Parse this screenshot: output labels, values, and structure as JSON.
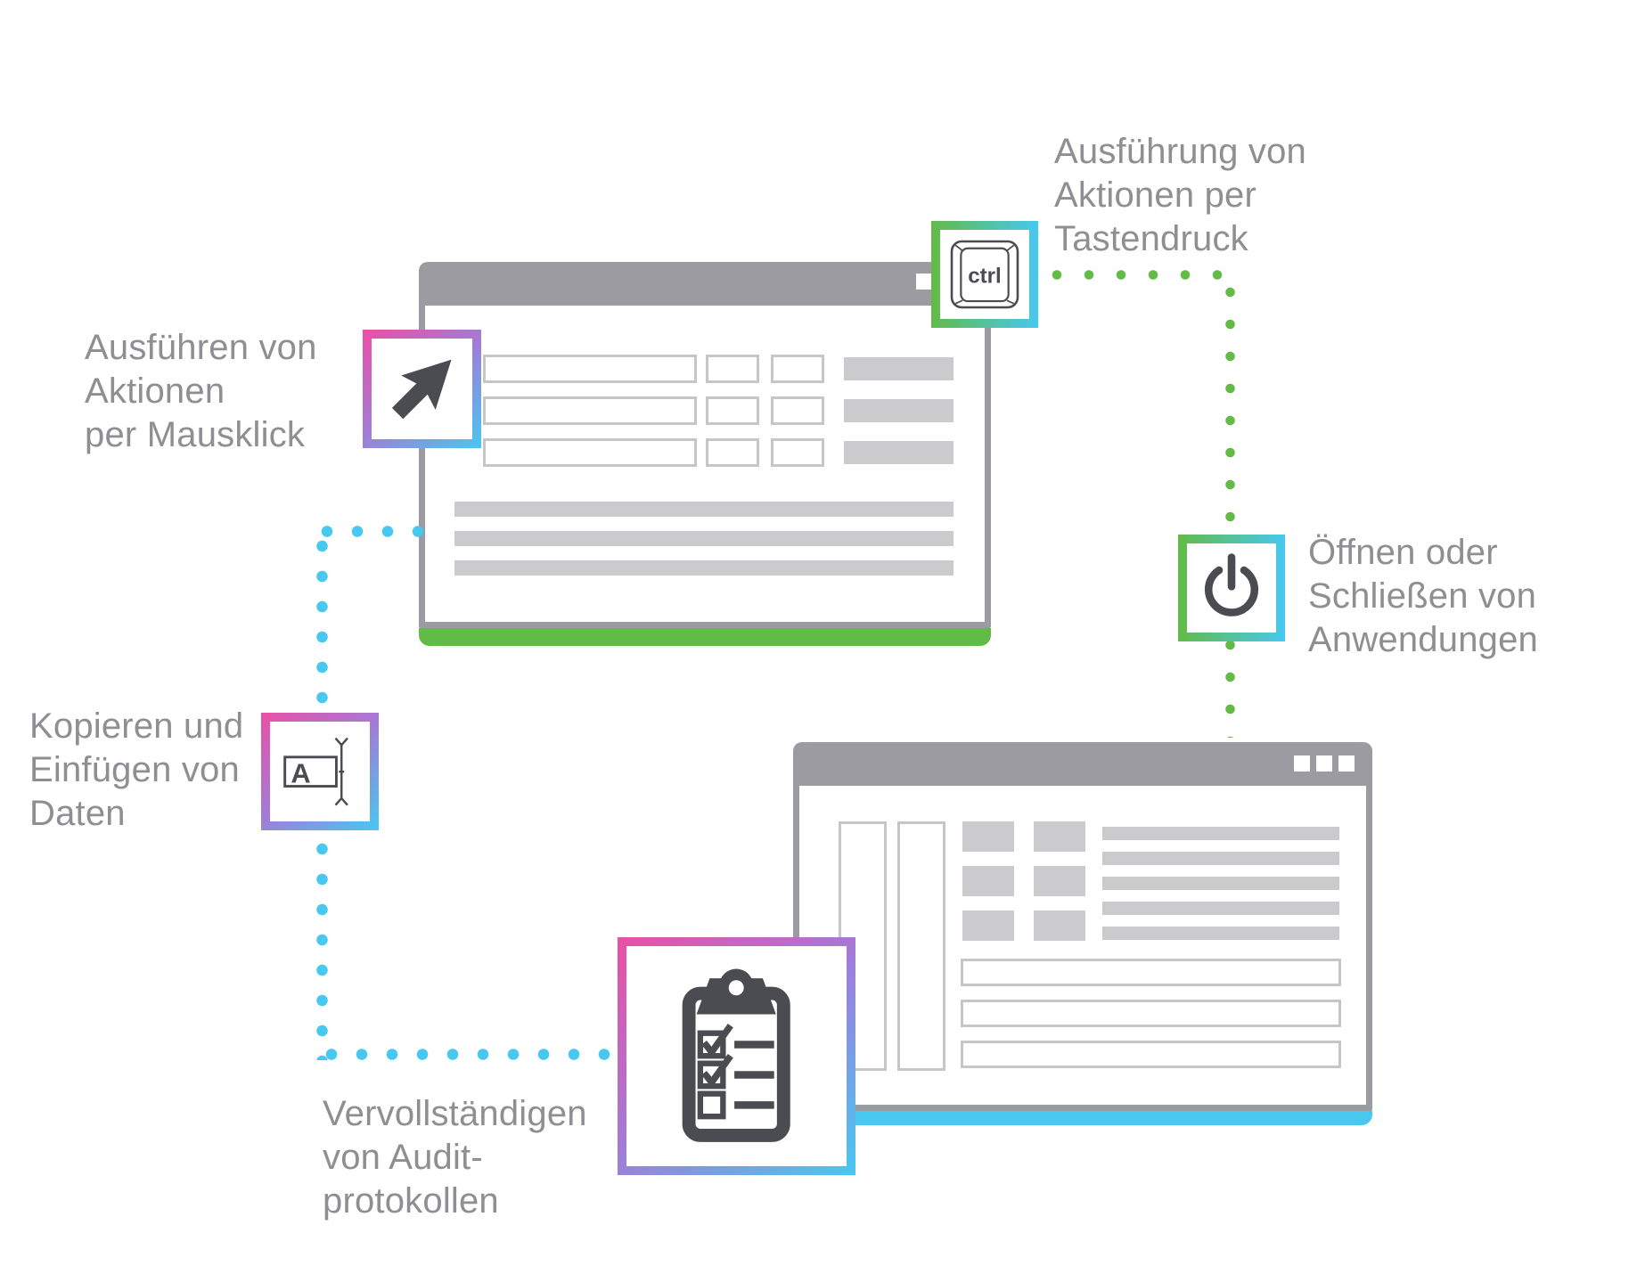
{
  "title": "RPA Funktionen Infografik",
  "palette": {
    "green": "#62bb46",
    "cyan": "#47c8f0",
    "pink": "#ec4fa4",
    "purple": "#a47ad6",
    "chrome": "#9b9ba1",
    "fill": "#cbcbcd",
    "outline": "#c6c6c8",
    "text": "#8e8e93",
    "icon_dark": "#4b4b52"
  },
  "labels": {
    "keypress": "Ausführung von\nAktionen per\nTastendruck",
    "mouse_click": "Ausführen von\nAktionen\nper Mausklick",
    "open_close": "Öffnen oder\nSchließen von\nAnwendungen",
    "copy_paste": "Kopieren und\nEinfügen von\nDaten",
    "audit": "Vervollständigen\nvon Audit-\nprotokollen"
  },
  "icons": {
    "cursor": "mouse-cursor-icon",
    "ctrl_key_label": "ctrl",
    "power": "power-icon",
    "text_field_letter": "A",
    "clipboard": "clipboard-checklist-icon"
  },
  "windows": {
    "top_window": {
      "titlebar_buttons": 2,
      "form_rows": 3,
      "text_bars": 3,
      "accent_color": "#62bb46"
    },
    "bottom_window": {
      "titlebar_buttons": 3,
      "side_columns": 2,
      "grid_rows": 3,
      "grid_cols": 2,
      "list_bars": 5,
      "input_rows": 3,
      "accent_color": "#47c8f0"
    }
  }
}
